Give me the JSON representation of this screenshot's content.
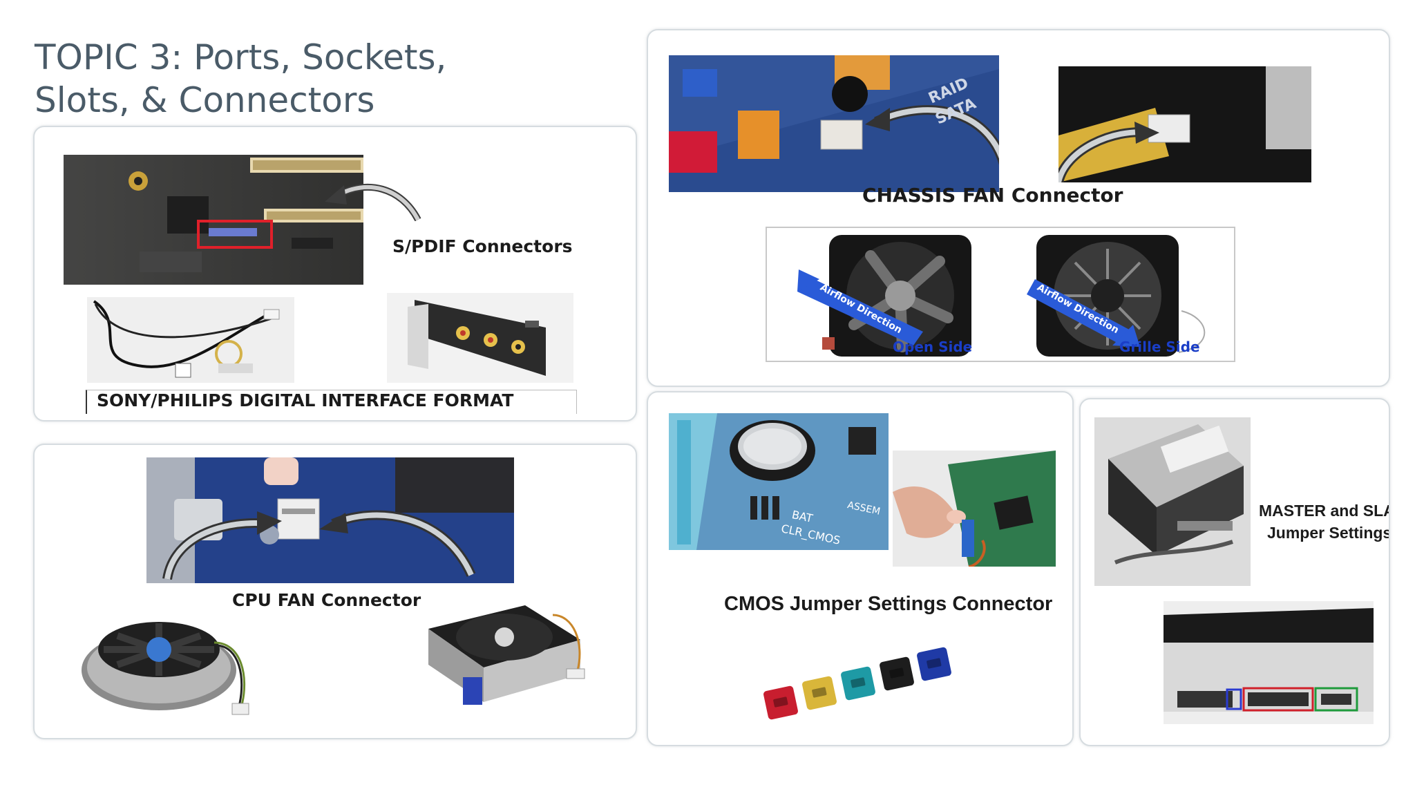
{
  "slide": {
    "title_line1": "TOPIC 3: Ports, Sockets,",
    "title_line2": "Slots, & Connectors"
  },
  "spdif": {
    "caption": "S/PDIF Connectors",
    "box_caption": "SONY/PHILIPS DIGITAL INTERFACE FORMAT"
  },
  "cpu_fan": {
    "caption": "CPU FAN Connector"
  },
  "chassis_fan": {
    "caption": "CHASSIS FAN Connector",
    "open_side": "Open Side",
    "grille_side": "Grille Side",
    "airflow_left": "Airflow Direction",
    "airflow_right": "Airflow Direction"
  },
  "cmos": {
    "caption": "CMOS Jumper Settings Connector",
    "board_label_bat": "BAT",
    "board_label_clr": "CLR_CMOS",
    "board_label_assem": "ASSEM"
  },
  "master_slave": {
    "caption_line1": "MASTER and SLAVE",
    "caption_line2": "Jumper Settings"
  },
  "colors": {
    "title": "#4a5b68",
    "panel_border": "#d6dce0",
    "fan_label": "#1a3ec7",
    "arrow_blue": "#2a5bd8"
  }
}
